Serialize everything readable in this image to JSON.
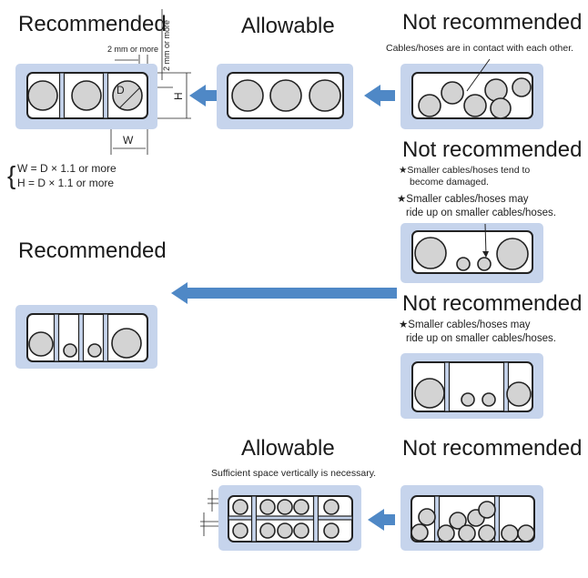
{
  "colors": {
    "panel": "#c6d4ec",
    "arrow": "#4f88c6",
    "cable": "#d3d3d3"
  },
  "row1": {
    "recommended": {
      "title": "Recommended",
      "dim_gap_h": "2 mm or more",
      "dim_gap_v": "2 mm or more",
      "label_d": "D",
      "label_h": "H",
      "label_w": "W",
      "formula_w": "W = D × 1.1 or more",
      "formula_h": "H = D × 1.1 or more"
    },
    "allowable": {
      "title": "Allowable"
    },
    "not_recommended": {
      "title": "Not recommended",
      "note": "Cables/hoses are in contact with each other."
    }
  },
  "row2": {
    "not_recommended": {
      "title": "Not recommended",
      "notes": [
        "★Smaller cables/hoses tend to",
        "become damaged.",
        "★Smaller cables/hoses may",
        "ride up on smaller cables/hoses."
      ]
    }
  },
  "row3": {
    "recommended": {
      "title": "Recommended"
    },
    "not_recommended": {
      "title": "Not recommended",
      "notes": [
        "★Smaller  cables/hoses may",
        "ride up on smaller cables/hoses."
      ]
    }
  },
  "row4": {
    "allowable": {
      "title": "Allowable",
      "note": "Sufficient space vertically is necessary."
    },
    "not_recommended": {
      "title": "Not recommended"
    }
  }
}
